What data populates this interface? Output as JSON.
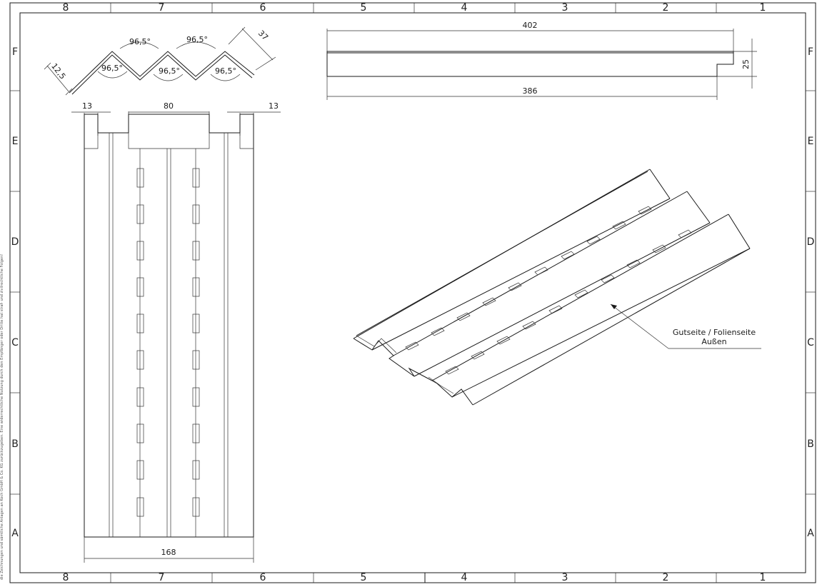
{
  "sheet": {
    "column_labels": [
      "8",
      "7",
      "6",
      "5",
      "4",
      "3",
      "2",
      "1"
    ],
    "row_labels": [
      "F",
      "E",
      "D",
      "C",
      "B",
      "A"
    ],
    "copyright_note": "die Zeichnungen und sämtliche Anlagen an Koch GmbH & Co. KG zurückzugeben. Eine widerrechtliche Nutzung durch den Empfänger oder Dritte hat straf- und zivilrechtliche Folgen!"
  },
  "profile_view": {
    "angles": [
      "96,5°",
      "96,5°",
      "96,5°",
      "96,5°",
      "96,5°"
    ],
    "dim_leg": "12,5",
    "dim_flange": "37"
  },
  "top_view": {
    "dim_left": "13",
    "dim_center": "80",
    "dim_right": "13",
    "dim_width": "168"
  },
  "side_view": {
    "dim_overall": "402",
    "dim_base": "386",
    "dim_height": "25"
  },
  "iso_view": {
    "label_line1": "Gutseite / Folienseite",
    "label_line2": "Außen"
  }
}
